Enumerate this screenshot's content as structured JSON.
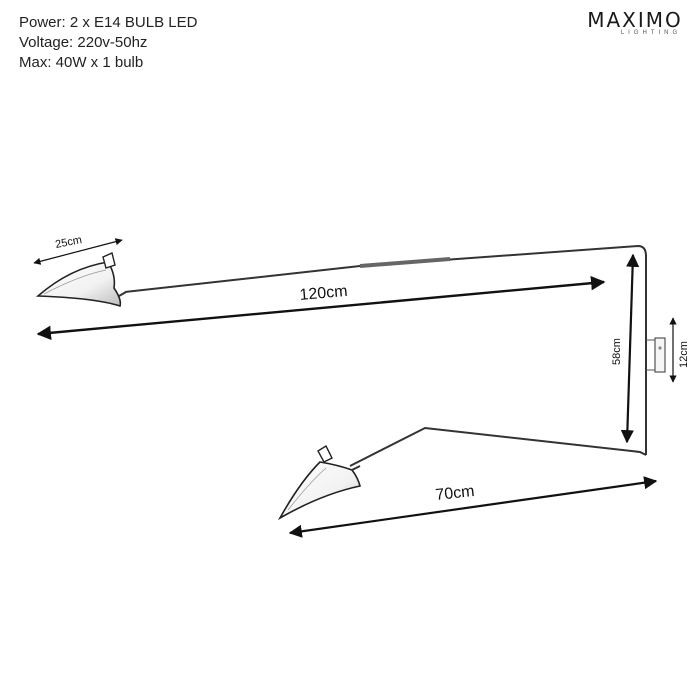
{
  "specs": {
    "power": "Power: 2 x E14 BULB LED",
    "voltage": "Voltage: 220v-50hz",
    "max": "Max: 40W x 1 bulb"
  },
  "logo": {
    "name": "MAXIMO",
    "subtitle": "LIGHTING"
  },
  "dimensions": {
    "shade_width": "25cm",
    "upper_arm": "120cm",
    "height": "58cm",
    "base_plate": "12cm",
    "lower_arm": "70cm"
  },
  "colors": {
    "line": "#222222",
    "arrow": "#111111",
    "background": "#ffffff"
  }
}
